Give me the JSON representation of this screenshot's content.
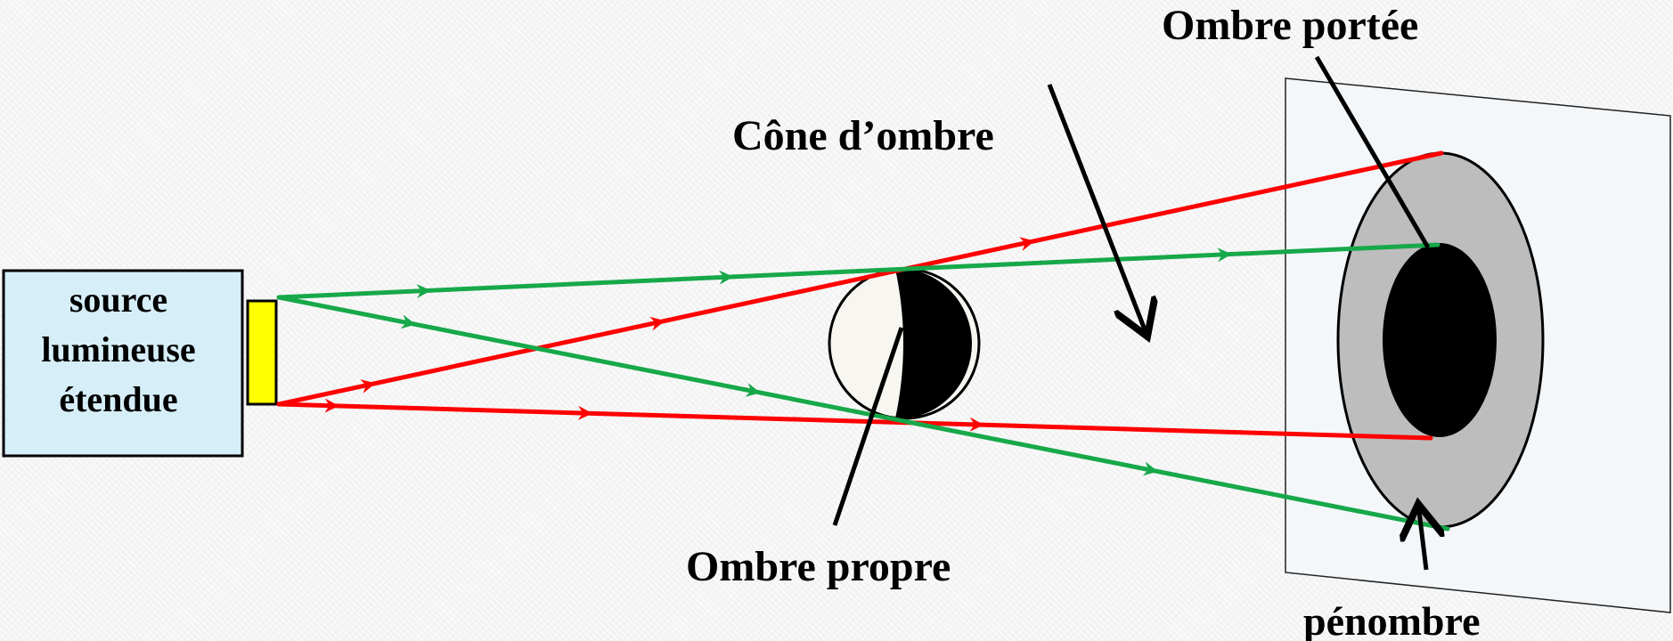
{
  "source": {
    "lines": [
      "source",
      "lumineuse",
      "étendue"
    ],
    "box_color": "#d6eef8",
    "emitter_color": "#ffff00"
  },
  "labels": {
    "cone": "Cône d’ombre",
    "cast_shadow": "Ombre portée",
    "own_shadow": "Ombre propre",
    "penumbra": "pénombre"
  },
  "colors": {
    "green_ray": "#17a84a",
    "red_ray": "#ff0000",
    "penumbra_fill": "#bdbdbd",
    "shadow_fill": "#000000",
    "lit_side": "#f7f6f1",
    "screen": "#f3f7fa"
  }
}
